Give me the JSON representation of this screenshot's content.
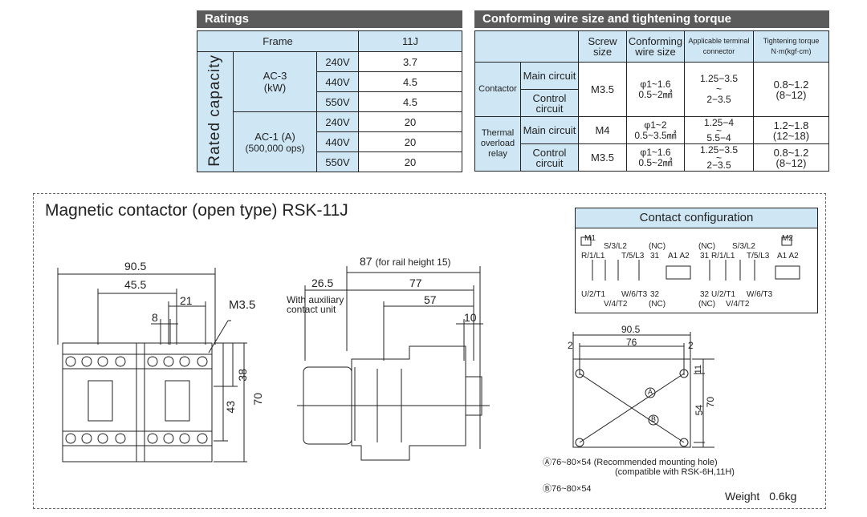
{
  "ratings": {
    "title": "Ratings",
    "frame_label": "Frame",
    "frame_value": "11J",
    "rated_capacity_label": "Rated capacity",
    "ac3_label_line1": "AC-3",
    "ac3_label_line2": "(kW)",
    "ac1_label_line1": "AC-1 (A)",
    "ac1_label_line2": "(500,000 ops)",
    "rows": [
      {
        "voltage": "240V",
        "value": "3.7"
      },
      {
        "voltage": "440V",
        "value": "4.5"
      },
      {
        "voltage": "550V",
        "value": "4.5"
      },
      {
        "voltage": "240V",
        "value": "20"
      },
      {
        "voltage": "440V",
        "value": "20"
      },
      {
        "voltage": "550V",
        "value": "20"
      }
    ]
  },
  "wire": {
    "title": "Conforming wire size and tightening torque",
    "headers": {
      "screw_size": "Screw size",
      "conforming_wire": "Conforming wire size",
      "applicable_terminal": "Applicable terminal connector",
      "tightening_torque": "Tightening torque N·m(kgf·cm)"
    },
    "contactor_label": "Contactor",
    "thermal_label": "Thermal overload relay",
    "main_circuit": "Main circuit",
    "control_circuit": "Control circuit",
    "contactor": {
      "screw": "M3.5",
      "wire_line1": "φ1~1.6",
      "wire_line2": "0.5~2㎟",
      "terminal_line1": "1.25−3.5",
      "terminal_line2": "~",
      "terminal_line3": "2−3.5",
      "torque_line1": "0.8~1.2",
      "torque_line2": "(8~12)"
    },
    "thermal_main": {
      "screw": "M4",
      "wire_line1": "φ1~2",
      "wire_line2": "0.5~3.5㎟",
      "terminal_line1": "1.25−4",
      "terminal_line2": "~",
      "terminal_line3": "5.5−4",
      "torque_line1": "1.2~1.8",
      "torque_line2": "(12~18)"
    },
    "thermal_control": {
      "screw": "M3.5",
      "wire_line1": "φ1~1.6",
      "wire_line2": "0.5~2㎟",
      "terminal_line1": "1.25−3.5",
      "terminal_line2": "~",
      "terminal_line3": "2−3.5",
      "torque_line1": "0.8~1.2",
      "torque_line2": "(8~12)"
    }
  },
  "drawing": {
    "title": "Magnetic contactor (open type) RSK-11J",
    "front": {
      "dim_90_5": "90.5",
      "dim_45_5": "45.5",
      "dim_21": "21",
      "dim_8": "8",
      "screw": "M3.5",
      "dim_38": "38",
      "dim_43": "43",
      "dim_70": "70"
    },
    "side": {
      "dim_87": "87",
      "rail_note": "(for rail height 15)",
      "dim_26_5": "26.5",
      "dim_77": "77",
      "dim_57": "57",
      "dim_10": "10",
      "aux_line1": "With auxiliary",
      "aux_line2": "contact unit"
    },
    "contact_config": {
      "title": "Contact configuration",
      "m1": "M1",
      "m2": "M2",
      "m1_top": "S/3/L2",
      "m1_r": "R/1/L1",
      "m1_t": "T/5/L3",
      "m1_nc_top": "(NC)",
      "m1_31": "31",
      "m1_a1a2": "A1 A2",
      "m1_u": "U/2/T1",
      "m1_w": "W/6/T3",
      "m1_32": "32",
      "m1_v": "V/4/T2",
      "m1_nc_bot": "(NC)",
      "m2_nc_top": "(NC)",
      "m2_top": "S/3/L2",
      "m2_31": "31",
      "m2_r": "R/1/L1",
      "m2_t": "T/5/L3",
      "m2_a1a2": "A1 A2",
      "m2_32": "32",
      "m2_u": "U/2/T1",
      "m2_w": "W/6/T3",
      "m2_nc_bot": "(NC)",
      "m2_v": "V/4/T2"
    },
    "mount": {
      "dim_90_5": "90.5",
      "dim_76": "76",
      "dim_2a": "2",
      "dim_2b": "2",
      "dim_11": "11",
      "dim_54": "54",
      "dim_70": "70",
      "a_mark": "A",
      "b_mark": "B",
      "note_a_line1": "Ⓐ76~80×54 (Recommended mounting hole)",
      "note_a_line2": "(compatible with RSK-6H,11H)",
      "note_b": "Ⓑ76~80×54"
    },
    "weight_label": "Weight",
    "weight_value": "0.6kg"
  }
}
